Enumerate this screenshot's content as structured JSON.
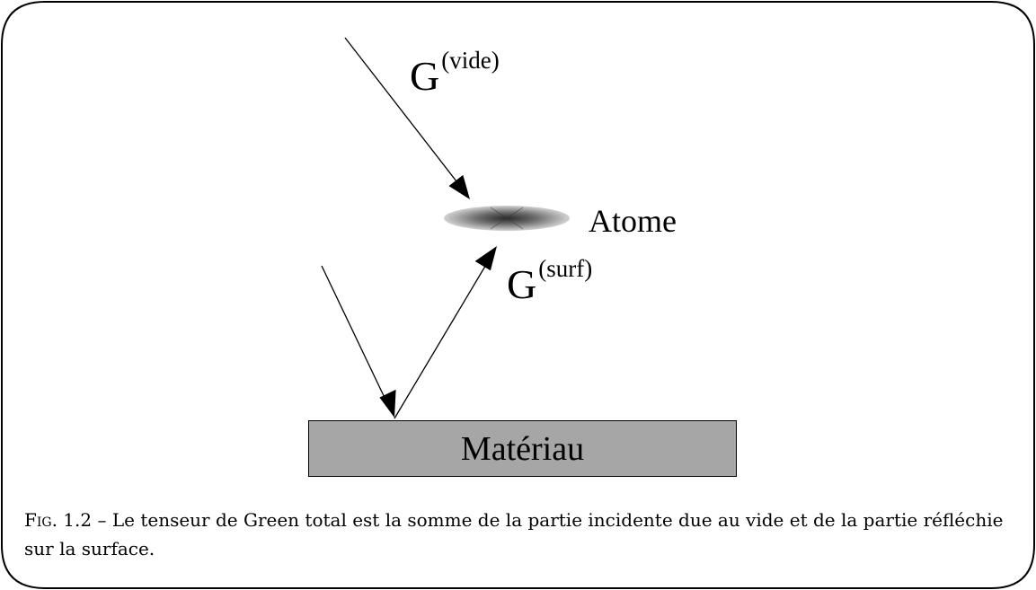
{
  "diagram": {
    "vacuum_term": {
      "symbol": "G",
      "superscript": "(vide)"
    },
    "surface_term": {
      "symbol": "G",
      "superscript": "(surf)"
    },
    "atom_label": "Atome",
    "material_label": "Matériau"
  },
  "caption": {
    "prefix": "Fig. 1.2",
    "text": " – Le tenseur de Green total est la somme de la partie incidente due au vide et de la partie réfléchie sur la surface."
  },
  "colors": {
    "material_fill": "#a6a6a6",
    "stroke": "#000000"
  }
}
